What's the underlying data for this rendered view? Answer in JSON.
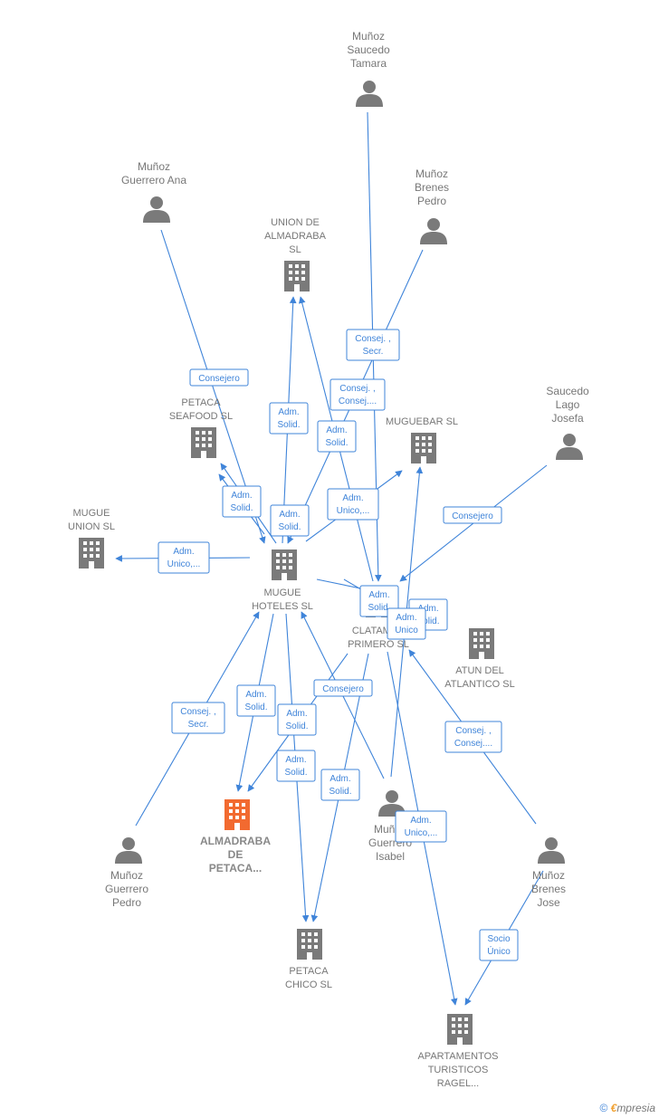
{
  "nodes": {
    "munoz_saucedo_tamara": {
      "kind": "person",
      "label": [
        "Muñoz",
        "Saucedo",
        "Tamara"
      ]
    },
    "munoz_guerrero_ana": {
      "kind": "person",
      "label": [
        "Muñoz",
        "Guerrero Ana"
      ]
    },
    "munoz_brenes_pedro": {
      "kind": "person",
      "label": [
        "Muñoz",
        "Brenes",
        "Pedro"
      ]
    },
    "union_almadraba": {
      "kind": "company",
      "label": [
        "UNION DE",
        "ALMADRABA",
        "SL"
      ]
    },
    "petaca_seafood": {
      "kind": "company",
      "label": [
        "PETACA",
        "SEAFOOD  SL"
      ]
    },
    "muguebar": {
      "kind": "company",
      "label": [
        "MUGUEBAR  SL"
      ]
    },
    "saucedo_lago_josefa": {
      "kind": "person",
      "label": [
        "Saucedo",
        "Lago",
        "Josefa"
      ]
    },
    "mugue_union": {
      "kind": "company",
      "label": [
        "MUGUE",
        "UNION  SL"
      ]
    },
    "mugue_hoteles": {
      "kind": "company",
      "label": [
        "MUGUE",
        "HOTELES  SL"
      ]
    },
    "clatamar_primero": {
      "kind": "company",
      "label": [
        "CLATAMAR",
        "PRIMERO  SL"
      ]
    },
    "atun_atlantico": {
      "kind": "company",
      "label": [
        "ATUN DEL",
        "ATLANTICO SL"
      ]
    },
    "almadraba_petaca": {
      "kind": "focus",
      "label": [
        "ALMADRABA",
        "DE",
        "PETACA..."
      ]
    },
    "munoz_guerrero_isabel": {
      "kind": "person",
      "label": [
        "Muñoz",
        "Guerrero",
        "Isabel"
      ]
    },
    "munoz_guerrero_pedro": {
      "kind": "person",
      "label": [
        "Muñoz",
        "Guerrero",
        "Pedro"
      ]
    },
    "munoz_brenes_jose": {
      "kind": "person",
      "label": [
        "Muñoz",
        "Brenes",
        "Jose"
      ]
    },
    "petaca_chico": {
      "kind": "company",
      "label": [
        "PETACA",
        "CHICO SL"
      ]
    },
    "apartamentos_ragel": {
      "kind": "company",
      "label": [
        "APARTAMENTOS",
        "TURISTICOS",
        "RAGEL..."
      ]
    }
  },
  "edge_labels": {
    "consejero_ana": [
      "Consejero"
    ],
    "consej_secr_tamara": [
      "Consej. ,",
      "Secr."
    ],
    "consej_consej_brenes_pedro": [
      "Consej. ,",
      "Consej...."
    ],
    "adm_solid_union_1": [
      "Adm.",
      "Solid."
    ],
    "adm_solid_union_2": [
      "Adm.",
      "Solid."
    ],
    "adm_solid_seafood": [
      "Adm.",
      "Solid."
    ],
    "adm_solid_center": [
      "Adm.",
      "Solid."
    ],
    "adm_unico_muguebar": [
      "Adm.",
      "Unico,..."
    ],
    "consejero_josefa": [
      "Consejero"
    ],
    "adm_unico_mugue_union": [
      "Adm.",
      "Unico,..."
    ],
    "adm_solid_clatamar": [
      "Adm.",
      "Solid."
    ],
    "adm_solid_clatamar_2": [
      "Adm.",
      "Solid."
    ],
    "adm_unico_clatamar": [
      "Adm.",
      "Unico"
    ],
    "consej_secr_gpedro": [
      "Consej. ,",
      "Secr."
    ],
    "adm_solid_focus_1": [
      "Adm.",
      "Solid."
    ],
    "consejero_isabel": [
      "Consejero"
    ],
    "adm_solid_focus_2": [
      "Adm.",
      "Solid."
    ],
    "adm_solid_chico_1": [
      "Adm.",
      "Solid."
    ],
    "adm_solid_chico_2": [
      "Adm.",
      "Solid."
    ],
    "consej_consej_jose": [
      "Consej. ,",
      "Consej...."
    ],
    "adm_unico_ragel": [
      "Adm.",
      "Unico,..."
    ],
    "socio_unico_jose": [
      "Socio",
      "Único"
    ]
  },
  "footer": {
    "copyright": "©",
    "brand_first": "€",
    "brand_rest": "mpresia"
  },
  "colors": {
    "edge": "#3f84d9",
    "node": "#7a7a7a",
    "focus": "#f26a30"
  }
}
